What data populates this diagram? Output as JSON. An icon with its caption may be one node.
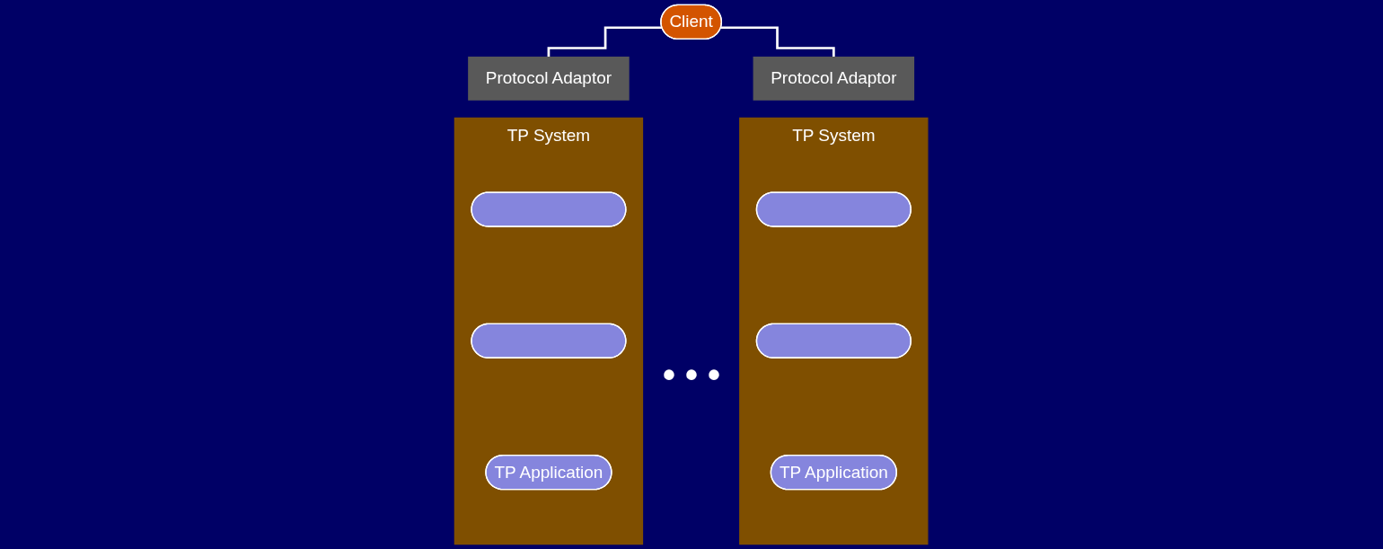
{
  "diagram": {
    "nodes": [
      {
        "text": [
          "Client"
        ]
      },
      {
        "text": [
          "Protocol Adaptor"
        ]
      },
      {
        "text": [
          "TP System"
        ]
      },
      {
        "text": [],
        "shape": "ellipse",
        "in": 2
      },
      {
        "text": [],
        "shape": "ellipse",
        "in": 2
      },
      {
        "text": [
          "TP Application"
        ],
        "in": 2
      },
      {
        "text": [
          "Protocol Adaptor"
        ]
      },
      {
        "text": [
          "TP System"
        ]
      },
      {
        "text": [],
        "shape": "ellipse",
        "in": 7
      },
      {
        "text": [],
        "shape": "ellipse",
        "in": 7
      },
      {
        "text": [
          "TP Application"
        ],
        "in": 7
      }
    ],
    "edges": [
      {
        "from": 0,
        "to": 1,
        "arrow": "none"
      },
      {
        "from": 0,
        "to": 6,
        "arrow": "none"
      }
    ],
    "labels": [
      "• • •"
    ]
  }
}
